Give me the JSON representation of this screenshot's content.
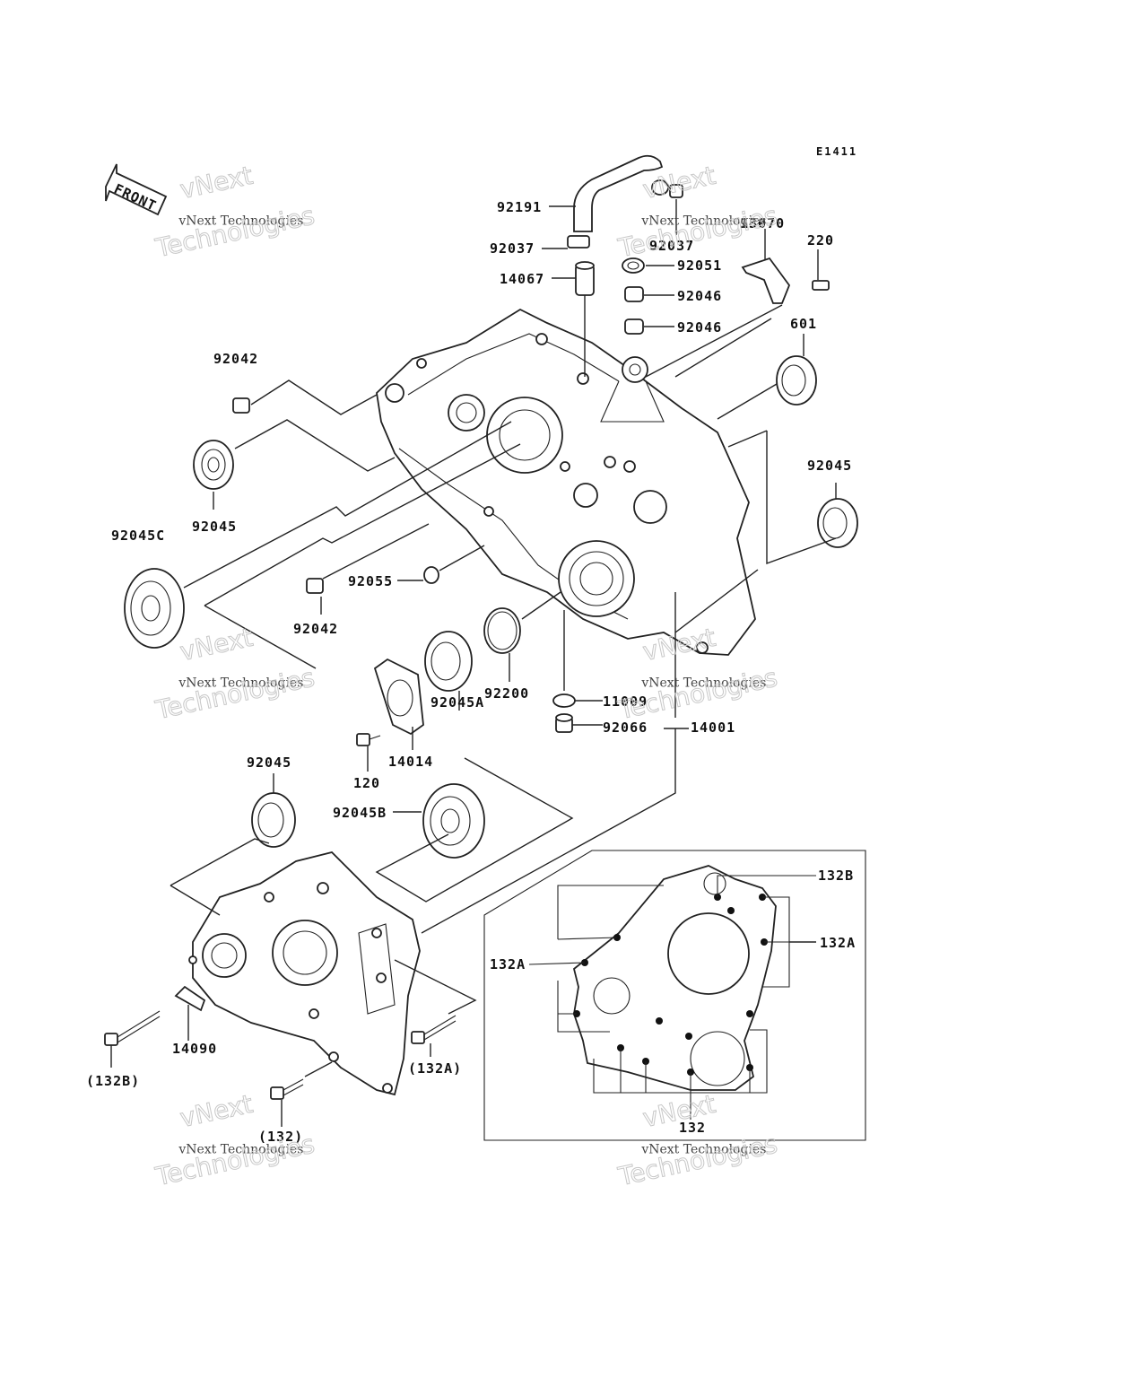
{
  "diagram_code": "E1411",
  "front_label": "FRONT",
  "watermark": {
    "line1": "vNext",
    "line2": "vNext Technologies",
    "line3": "Technologies"
  },
  "labels": {
    "p92191": "92191",
    "p92037a": "92037",
    "p92037b": "92037",
    "p13070": "13070",
    "p220": "220",
    "p92051": "92051",
    "p14067": "14067",
    "p92046a": "92046",
    "p92046b": "92046",
    "p601": "601",
    "p92042a": "92042",
    "p92045a": "92045",
    "p92045b": "92045",
    "p92045c": "92045C",
    "p92055": "92055",
    "p92042b": "92042",
    "p92200": "92200",
    "p11009": "11009",
    "p92066": "92066",
    "p14001": "14001",
    "p92045A": "92045A",
    "p14014": "14014",
    "p120": "120",
    "p92045d": "92045",
    "p92045B": "92045B",
    "p132B_box": "132B",
    "p132A_box_r": "132A",
    "p132A_box_l": "132A",
    "p132_box": "132",
    "p14090": "14090",
    "p132B": "(132B)",
    "p132A": "(132A)",
    "p132": "(132)"
  }
}
